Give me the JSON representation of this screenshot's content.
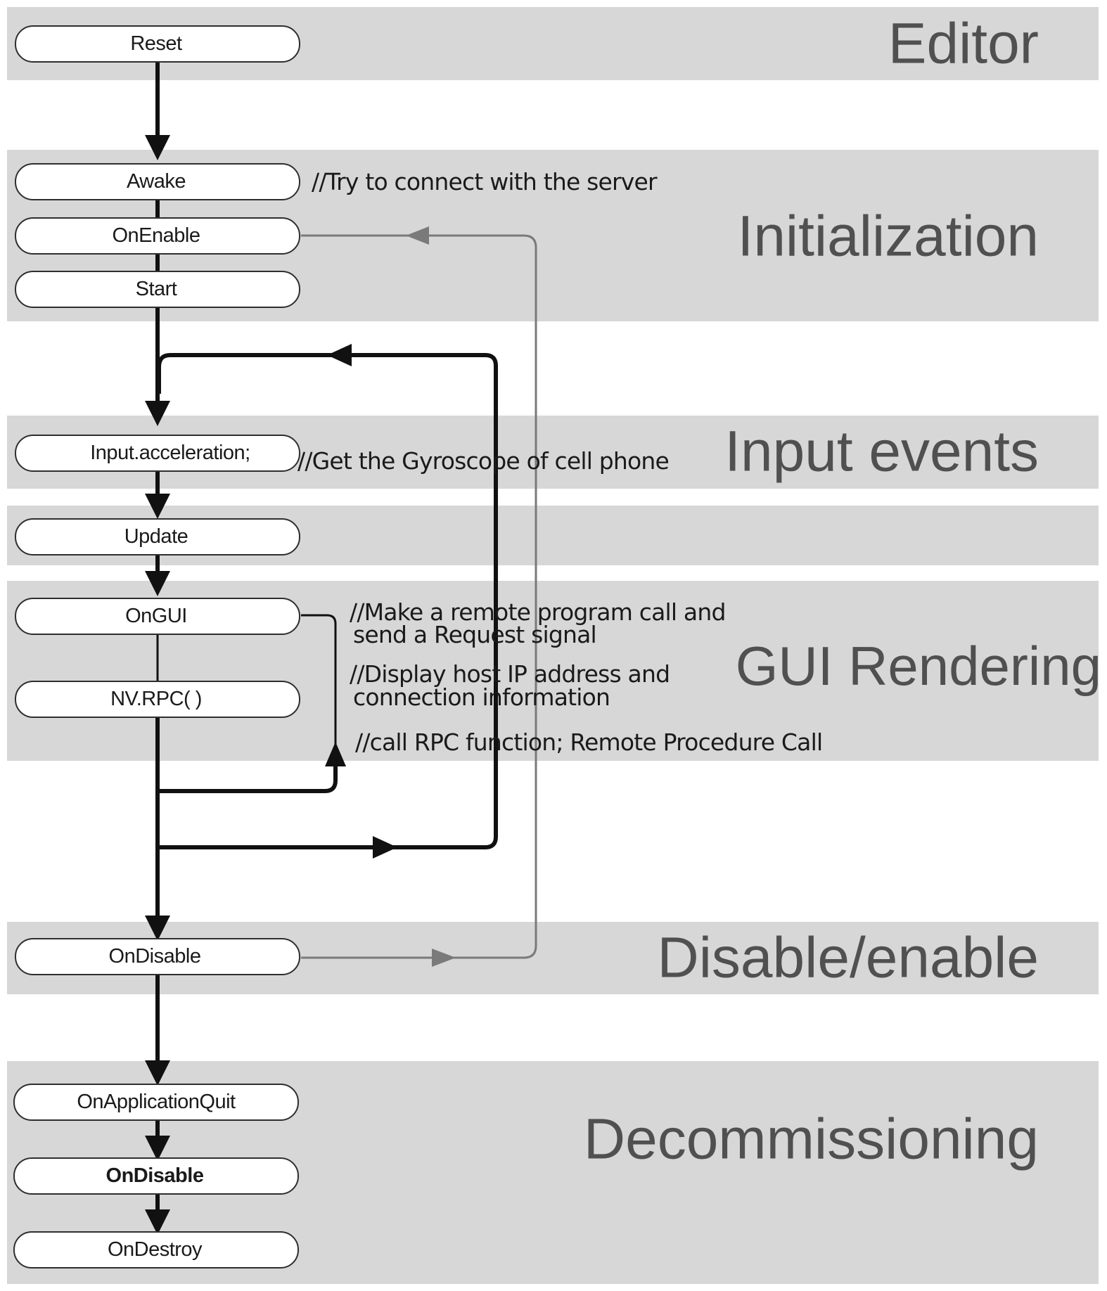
{
  "stages": {
    "editor": "Editor",
    "initialization": "Initialization",
    "input_events": "Input events",
    "gui_rendering": "GUI Rendering",
    "disable_enable": "Disable/enable",
    "decommissioning": "Decommissioning"
  },
  "nodes": {
    "reset": "Reset",
    "awake": "Awake",
    "onenable": "OnEnable",
    "start": "Start",
    "input_acceleration": "Input.acceleration;",
    "update": "Update",
    "ongui": "OnGUI",
    "nv_rpc": "NV.RPC( )",
    "ondisable": "OnDisable",
    "onapplicationquit": "OnApplicationQuit",
    "ondisable_2": "OnDisable",
    "ondestroy": "OnDestroy"
  },
  "notes": {
    "awake_note": "//Try to connect with the server",
    "input_note": "//Get the Gyroscope of cell phone",
    "rpc_note_line1": "//Make a remote program call and",
    "rpc_note_line2": " send a Request signal",
    "display_note_line1": "//Display host IP address and",
    "display_note_line2": " connection information",
    "call_note": "//call RPC function; Remote Procedure Call"
  },
  "colors": {
    "band": "#d7d7d7",
    "stage_text": "#505050",
    "flow": "#111111",
    "enable_loop": "#7a7a7a"
  }
}
